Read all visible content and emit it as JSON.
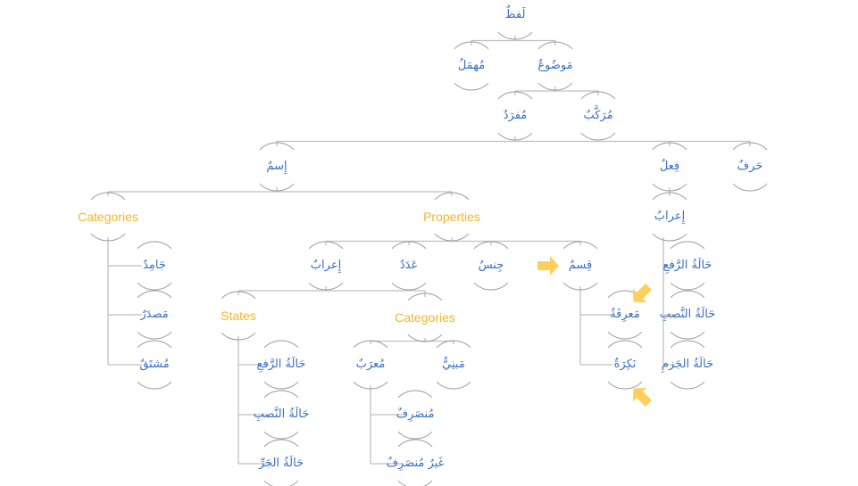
{
  "diagram": {
    "title": "لَفظٌ",
    "colors": {
      "arabic_text": "#3a6fc4",
      "english_label": "#f6b428",
      "connector": "#bfbfbf",
      "circle_arc": "#9a9a9a",
      "arrow": "#fcd05b"
    },
    "nodes": [
      {
        "id": "lafz",
        "label": "لَفظٌ",
        "lang": "ar",
        "parent": null
      },
      {
        "id": "muhmal",
        "label": "مُهمَلٌ",
        "lang": "ar",
        "parent": "lafz"
      },
      {
        "id": "mawdu",
        "label": "مَوضُوعٌ",
        "lang": "ar",
        "parent": "lafz"
      },
      {
        "id": "mufrad",
        "label": "مُفرَدٌ",
        "lang": "ar",
        "parent": "mawdu"
      },
      {
        "id": "murakkab",
        "label": "مُرَكَّبٌ",
        "lang": "ar",
        "parent": "mawdu"
      },
      {
        "id": "ism",
        "label": "إِسمٌ",
        "lang": "ar",
        "parent": "mufrad"
      },
      {
        "id": "fil",
        "label": "فِعلٌ",
        "lang": "ar",
        "parent": "mufrad"
      },
      {
        "id": "harf",
        "label": "حَرفٌ",
        "lang": "ar",
        "parent": "mufrad"
      },
      {
        "id": "ism_categories",
        "label": "Categories",
        "lang": "en",
        "parent": "ism"
      },
      {
        "id": "ism_properties",
        "label": "Properties",
        "lang": "en",
        "parent": "ism"
      },
      {
        "id": "fil_irab",
        "label": "إِعرابٌ",
        "lang": "ar",
        "parent": "fil"
      },
      {
        "id": "jamid",
        "label": "جَامِدٌ",
        "lang": "ar",
        "parent": "ism_categories"
      },
      {
        "id": "masdar",
        "label": "مَصدَرٌ",
        "lang": "ar",
        "parent": "ism_categories"
      },
      {
        "id": "mushtaq",
        "label": "مُشتَقٌ",
        "lang": "ar",
        "parent": "ism_categories"
      },
      {
        "id": "prop_irab",
        "label": "إِعرابٌ",
        "lang": "ar",
        "parent": "ism_properties"
      },
      {
        "id": "adad",
        "label": "عَدَدٌ",
        "lang": "ar",
        "parent": "ism_properties"
      },
      {
        "id": "jins",
        "label": "جِنسٌ",
        "lang": "ar",
        "parent": "ism_properties"
      },
      {
        "id": "qism",
        "label": "قِسمٌ",
        "lang": "ar",
        "parent": "ism_properties"
      },
      {
        "id": "fil_raf",
        "label": "حَالَةُ الرَّفعِ",
        "lang": "ar",
        "parent": "fil_irab"
      },
      {
        "id": "fil_nasb",
        "label": "حَالَةُ النَّصبِ",
        "lang": "ar",
        "parent": "fil_irab"
      },
      {
        "id": "fil_jazm",
        "label": "حَالَةُ الجَزمِ",
        "lang": "ar",
        "parent": "fil_irab"
      },
      {
        "id": "states",
        "label": "States",
        "lang": "en",
        "parent": "prop_irab"
      },
      {
        "id": "irab_categories",
        "label": "Categories",
        "lang": "en",
        "parent": "prop_irab"
      },
      {
        "id": "marifa",
        "label": "مَعرِفَةٌ",
        "lang": "ar",
        "parent": "qism"
      },
      {
        "id": "nakira",
        "label": "نَكِرَةٌ",
        "lang": "ar",
        "parent": "qism"
      },
      {
        "id": "st_raf",
        "label": "حَالَةُ الرَّفعِ",
        "lang": "ar",
        "parent": "states"
      },
      {
        "id": "st_nasb",
        "label": "حَالَةُ النَّصبِ",
        "lang": "ar",
        "parent": "states"
      },
      {
        "id": "st_jarr",
        "label": "حَالَةُ الجَرِّ",
        "lang": "ar",
        "parent": "states"
      },
      {
        "id": "murab",
        "label": "مُعرَبٌ",
        "lang": "ar",
        "parent": "irab_categories"
      },
      {
        "id": "mabni",
        "label": "مَبنِيٌّ",
        "lang": "ar",
        "parent": "irab_categories"
      },
      {
        "id": "munsarif",
        "label": "مُنصَرِفٌ",
        "lang": "ar",
        "parent": "murab"
      },
      {
        "id": "ghayr_munsarif",
        "label": "غَيرُ مُنصَرِفٌ",
        "lang": "ar",
        "parent": "murab"
      }
    ],
    "highlight_arrows": [
      {
        "target": "qism",
        "direction": "right"
      },
      {
        "target": "marifa",
        "direction": "down-left"
      },
      {
        "target": "nakira",
        "direction": "up-left"
      }
    ]
  }
}
